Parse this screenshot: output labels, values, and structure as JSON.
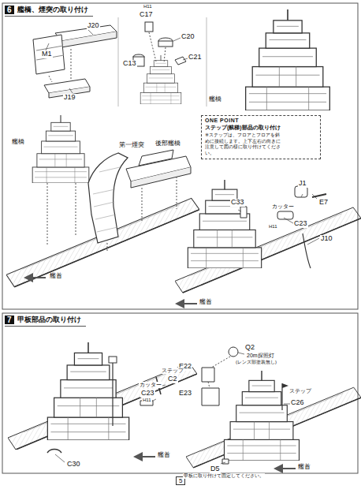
{
  "diagram": {
    "nodes": [
      {
        "text": [
          "6",
          "艦橋、煙突の取り付け"
        ]
      },
      {
        "text": [
          "ONE POINT",
          "ステップ(舷梯)部品の取り付け",
          "※ステップは、フロアとフロアを斜めに接続します。上下左右の向きに注意して図の様に取り付けてください。"
        ]
      },
      {
        "text": [
          "7",
          "甲板部品の取り付け"
        ]
      },
      {
        "text": [
          "5"
        ]
      }
    ],
    "labels": [
      "M1",
      "J20",
      "J19",
      "H11",
      "C17",
      "C20",
      "C13",
      "C21",
      "艦橋",
      "艦橋",
      "第一煙突",
      "後部艦橋",
      "艦首",
      "J1",
      "E7",
      "C33",
      "カッター",
      "C23",
      "H11",
      "J10",
      "艦首",
      "E22",
      "E23",
      "Q2",
      "20m探照灯",
      "(レンズ部塗装無し)",
      "ステップ",
      "C2",
      "カッター",
      "C23",
      "H11",
      "C30",
      "艦首",
      "ステップ",
      "C26",
      "D5",
      "甲板に取り付けて固定してください。",
      "艦首"
    ]
  }
}
